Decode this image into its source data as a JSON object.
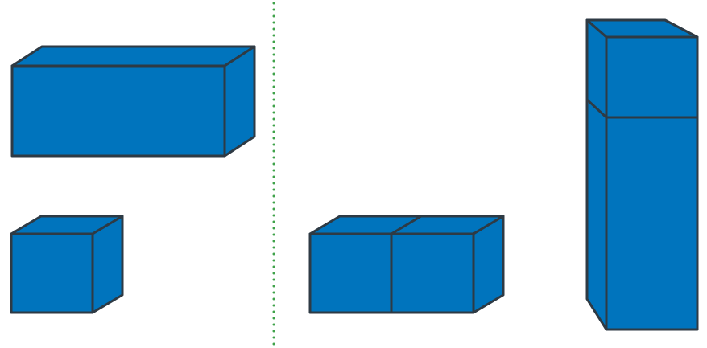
{
  "colors": {
    "box_fill": "#0074BD",
    "box_edge": "#2E3A44",
    "divider": "#3FA24A",
    "background": "#FFFFFF"
  },
  "left_group": {
    "shapes": [
      "long-cuboid",
      "unit-cube"
    ]
  },
  "right_group": {
    "shapes": [
      "two-cubes-side-by-side",
      "tall-tower-of-cubes"
    ]
  }
}
